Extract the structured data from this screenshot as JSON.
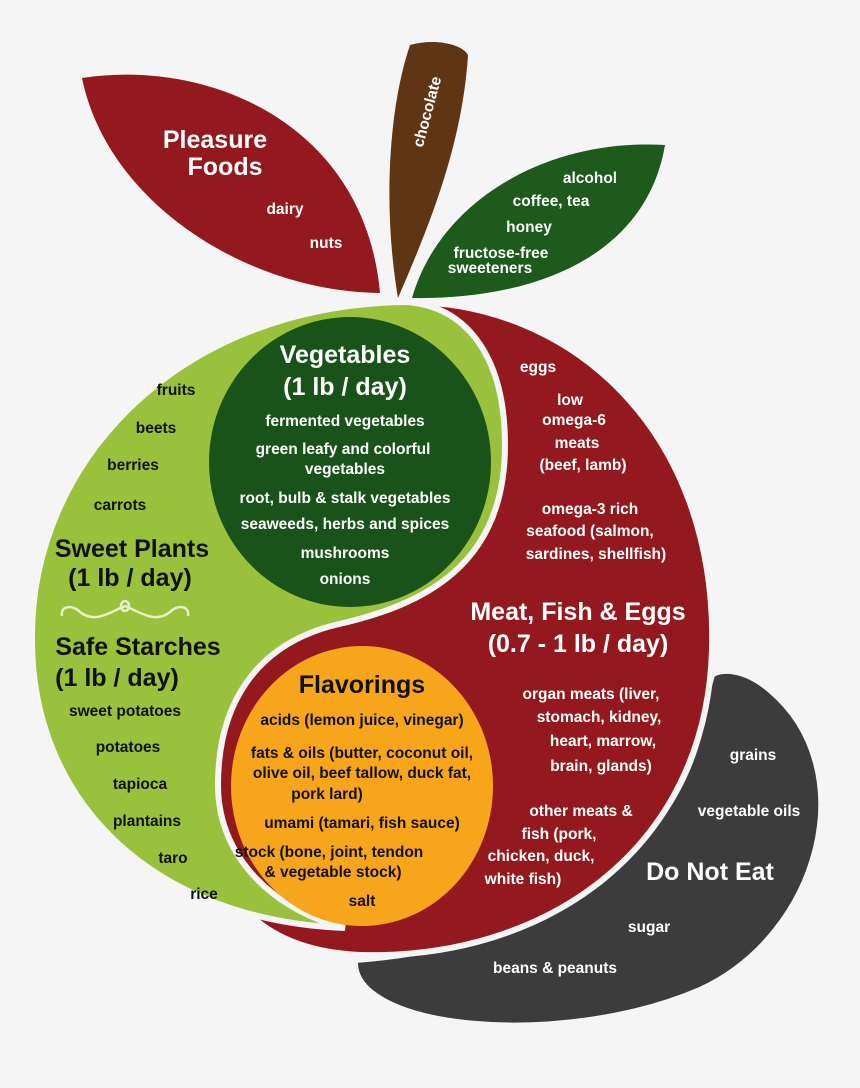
{
  "colors": {
    "background": "#f5f5f5",
    "pleasure_foods": "#93191e",
    "chocolate": "#5f3513",
    "moderate_leaf": "#1d5a1b",
    "sweet_plants_starches": "#99c13c",
    "vegetables": "#1a5319",
    "meat_fish_eggs": "#93191e",
    "flavorings": "#f7a51b",
    "do_not_eat": "#3c3c3c"
  },
  "pleasure_foods": {
    "title_line1": "Pleasure",
    "title_line2": "Foods",
    "items": [
      "dairy",
      "nuts"
    ]
  },
  "chocolate": {
    "label": "chocolate"
  },
  "moderate_leaf": {
    "items": [
      "alcohol",
      "coffee, tea",
      "honey",
      "fructose-free",
      "sweeteners"
    ]
  },
  "vegetables": {
    "title": "Vegetables",
    "amount": "(1 lb / day)",
    "items": [
      "fermented vegetables",
      "green leafy and colorful",
      "vegetables",
      "root, bulb & stalk vegetables",
      "seaweeds, herbs and spices",
      "mushrooms",
      "onions"
    ]
  },
  "sweet_plants": {
    "title": "Sweet Plants",
    "amount": "(1 lb / day)",
    "items": [
      "fruits",
      "beets",
      "berries",
      "carrots"
    ]
  },
  "safe_starches": {
    "title": "Safe Starches",
    "amount": "(1 lb / day)",
    "items": [
      "sweet potatoes",
      "potatoes",
      "tapioca",
      "plantains",
      "taro",
      "rice"
    ]
  },
  "meat": {
    "title": "Meat, Fish & Eggs",
    "amount": "(0.7 - 1 lb / day)",
    "items": [
      "eggs",
      "low",
      "omega-6",
      "meats",
      "(beef, lamb)",
      "omega-3 rich",
      "seafood (salmon,",
      "sardines, shellfish)",
      "organ meats (liver,",
      "stomach, kidney,",
      "heart, marrow,",
      "brain, glands)",
      "other meats &",
      "fish (pork,",
      "chicken, duck,",
      "white fish)"
    ]
  },
  "flavorings": {
    "title": "Flavorings",
    "items": [
      "acids (lemon juice, vinegar)",
      "fats & oils (butter, coconut oil,",
      "olive oil, beef tallow, duck fat,",
      "pork lard)",
      "umami (tamari, fish sauce)",
      "stock (bone, joint, tendon",
      "& vegetable stock)",
      "salt"
    ]
  },
  "do_not_eat": {
    "title": "Do Not Eat",
    "items": [
      "grains",
      "vegetable oils",
      "sugar",
      "beans & peanuts"
    ]
  }
}
